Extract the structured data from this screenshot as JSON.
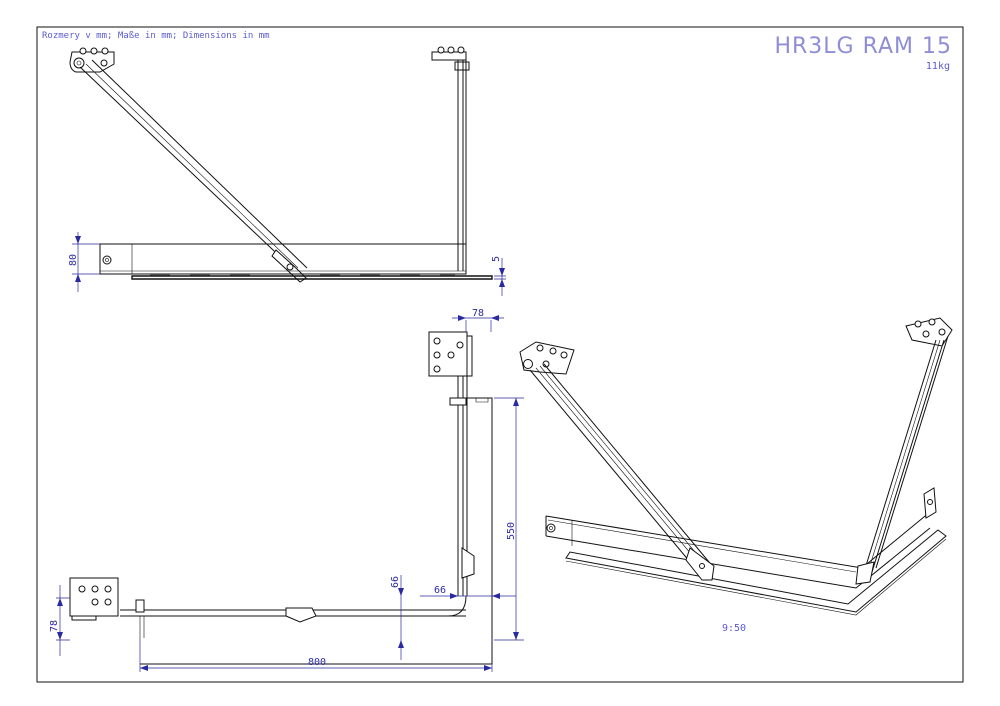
{
  "header": {
    "units_note": "Rozmery v mm; Maße in mm; Dimensions in mm",
    "title": "HR3LG RAM 15",
    "weight": "11kg"
  },
  "dimensions": {
    "top_height": "80",
    "top_thickness": "5",
    "front_flange_width": "78",
    "front_height": "550",
    "front_inner_left": "66",
    "front_inner_right": "66",
    "front_bracket_height": "78",
    "front_length": "800"
  },
  "scale": "9:50"
}
